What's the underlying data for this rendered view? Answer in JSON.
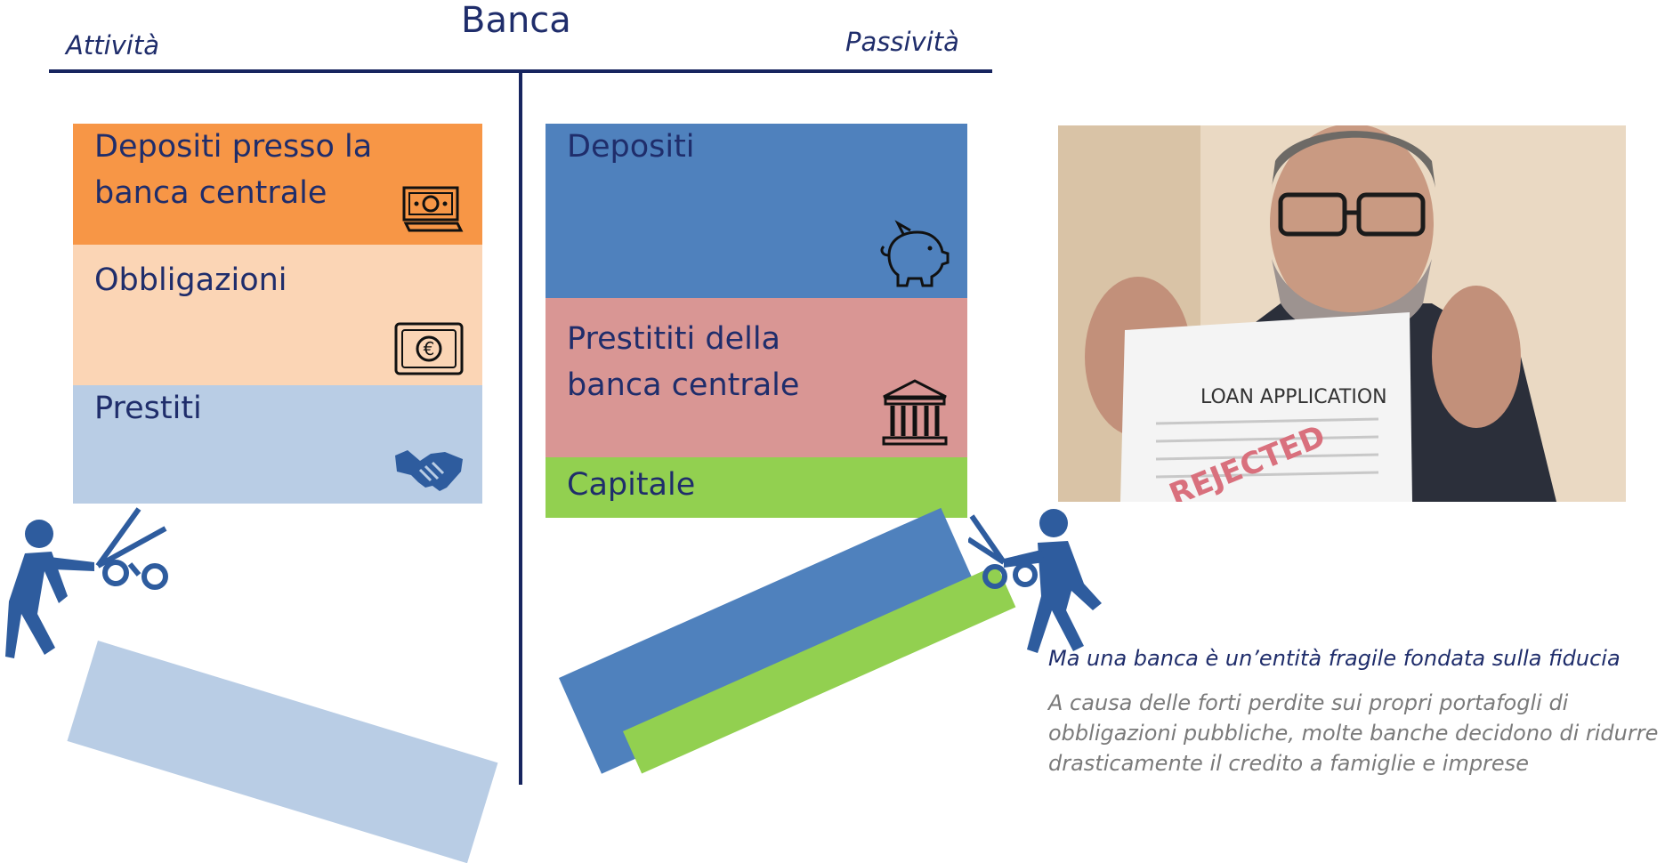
{
  "header": {
    "title": "Banca",
    "assets_label": "Attività",
    "liabilities_label": "Passività"
  },
  "assets": [
    {
      "label": "Depositi presso la\nbanca centrale",
      "color": "#f79646",
      "icon": "banknote-icon"
    },
    {
      "label": "Obbligazioni",
      "color": "#fbd5b5",
      "icon": "euro-bond-icon"
    },
    {
      "label": "Prestiti",
      "color": "#b9cde5",
      "icon": "handshake-icon"
    }
  ],
  "liabilities": [
    {
      "label": "Depositi",
      "color": "#4f81bd",
      "icon": "piggy-bank-icon"
    },
    {
      "label": "Prestititi della\nbanca centrale",
      "color": "#d99694",
      "icon": "bank-building-icon"
    },
    {
      "label": "Capitale",
      "color": "#92d050",
      "icon": ""
    }
  ],
  "photo": {
    "sign_text": "LOAN APPLICATION",
    "stamp_text": "REJECTED"
  },
  "caption": {
    "main": "Ma una banca è un’entità fragile fondata sulla fiducia",
    "sub": "A causa delle forti perdite sui propri portafogli di obbligazioni pubbliche, molte banche decidono di ridurre drasticamente il credito a famiglie e imprese"
  }
}
